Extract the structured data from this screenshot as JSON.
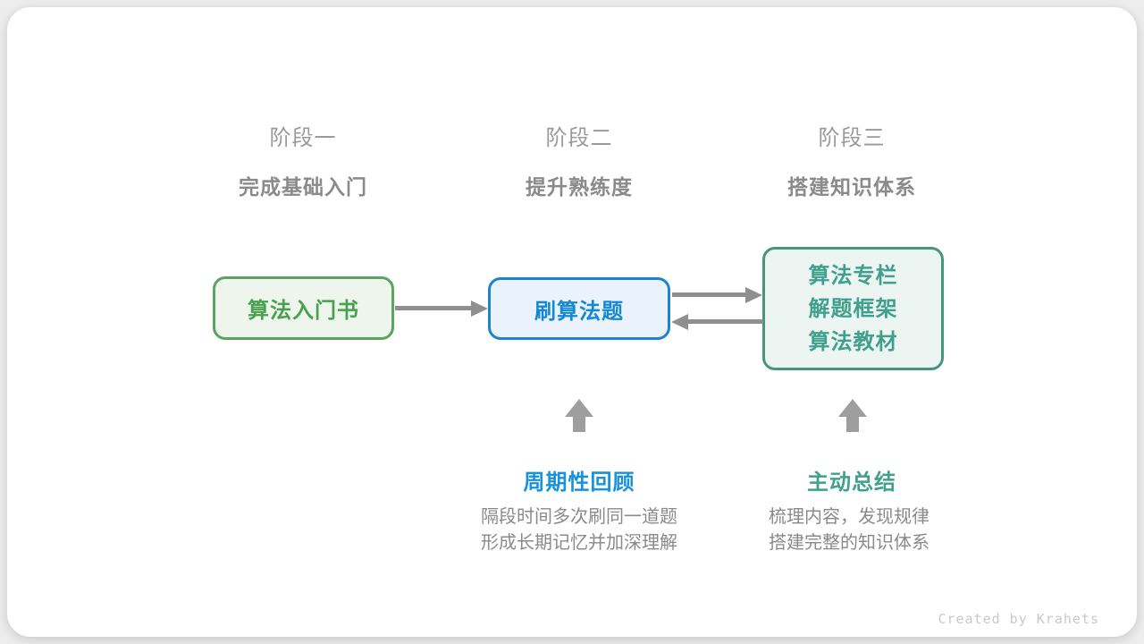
{
  "watermark": "Created by Krahets",
  "stages": [
    {
      "title": "阶段一",
      "subtitle": "完成基础入门"
    },
    {
      "title": "阶段二",
      "subtitle": "提升熟练度"
    },
    {
      "title": "阶段三",
      "subtitle": "搭建知识体系"
    }
  ],
  "nodes": [
    {
      "label": "算法入门书",
      "text_color": "#47A14E",
      "border_color": "#5AA45E",
      "bg_color": "#EEF5EC"
    },
    {
      "label": "刷算法题",
      "text_color": "#1688D2",
      "border_color": "#1E83CB",
      "bg_color": "#EAF3FB"
    },
    {
      "lines": [
        "算法专栏",
        "解题框架",
        "算法教材"
      ],
      "text_color": "#3FA08C",
      "border_color": "#48957F",
      "bg_color": "#EDF5F2"
    }
  ],
  "edges": [
    {
      "from": "算法入门书",
      "to": "刷算法题",
      "direction": "right"
    },
    {
      "from": "刷算法题",
      "to": "算法专栏/解题框架/算法教材",
      "direction": "right"
    },
    {
      "from": "算法专栏/解题框架/算法教材",
      "to": "刷算法题",
      "direction": "left"
    }
  ],
  "annotations": [
    {
      "label": "周期性回顾",
      "color": "#1792DC",
      "points_to": "刷算法题",
      "desc": [
        "隔段时间多次刷同一道题",
        "形成长期记忆并加深理解"
      ]
    },
    {
      "label": "主动总结",
      "color": "#3FA08C",
      "points_to": "算法专栏/解题框架/算法教材",
      "desc": [
        "梳理内容，发现规律",
        "搭建完整的知识体系"
      ]
    }
  ],
  "connector_colors": {
    "arrow": "#8F8F8F",
    "block_arrow": "#9E9E9E"
  }
}
